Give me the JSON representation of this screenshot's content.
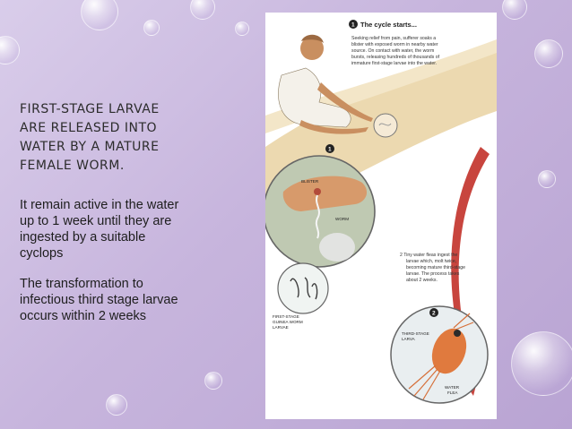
{
  "slide": {
    "title": "FIRST-STAGE LARVAE ARE RELEASED INTO WATER BY A MATURE FEMALE WORM.",
    "paragraphs": [
      "It remain active in the water up to 1 week until they are ingested by a suitable cyclops",
      "The transformation to infectious third stage larvae occurs within 2 weeks"
    ]
  },
  "figure": {
    "step1_heading": "The cycle starts...",
    "step1_text": [
      "Seeking relief from pain, sufferer soaks a",
      "blister with exposed worm in nearby water",
      "source. On contact with water, the worm",
      "bursts, releasing hundreds of thousands of",
      "immature first-stage larvae into the water."
    ],
    "step2_text": [
      "2  Tiny water fleas ingest the",
      "larvae which, molt twice,",
      "becoming mature third-stage",
      "larvae. The process takes",
      "about 2 weeks."
    ],
    "labels": {
      "blister": "BLISTER",
      "worm": "WORM",
      "first_stage_1": "FIRST-STAGE",
      "first_stage_2": "GUINEA WORM",
      "first_stage_3": "LARVAE",
      "third_stage_1": "THIRD-STAGE",
      "third_stage_2": "LARVA",
      "water_flea_1": "WATER",
      "water_flea_2": "FLEA"
    },
    "step_numbers": [
      "1",
      "1",
      "2"
    ]
  },
  "colors": {
    "background": "#c9b8de",
    "sand": "#e8d3a8",
    "arrow_red": "#c8453e",
    "skin": "#d79a6b"
  }
}
